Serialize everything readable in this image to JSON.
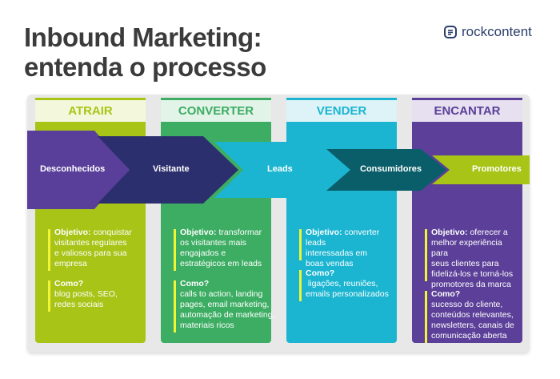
{
  "title_line1": "Inbound Marketing:",
  "title_line2": "entenda o processo",
  "logo_text": "rockcontent",
  "stages": [
    {
      "name": "ATRAIR",
      "color": "#a8c417",
      "objective_label": "Objetivo:",
      "objective_lines": [
        "conquistar",
        "visitantes regulares",
        "e valiosos para sua",
        "empresa"
      ],
      "how_label": "Como?",
      "how_lines": [
        "blog posts, SEO,",
        "redes sociais"
      ]
    },
    {
      "name": "CONVERTER",
      "color": "#3dad63",
      "objective_label": "Objetivo:",
      "objective_lines": [
        "transformar",
        "os visitantes mais",
        "engajados e",
        "estratégicos em leads"
      ],
      "how_label": "Como?",
      "how_lines": [
        "calls to action, landing",
        "pages, email marketing,",
        "automação de marketing,",
        "materiais ricos"
      ]
    },
    {
      "name": "VENDER",
      "color": "#1bb5d1",
      "objective_label": "Objetivo:",
      "objective_lines": [
        "converter leads",
        "interessadas em",
        "boas vendas"
      ],
      "how_label": "Como?",
      "how_lines": [
        " ligações, reuniões,",
        "emails personalizados"
      ]
    },
    {
      "name": "ENCANTAR",
      "color": "#5b3f98",
      "objective_label": "Objetivo:",
      "objective_lines": [
        "oferecer a",
        "melhor experiência para",
        "seus clientes para",
        "fidelizá-los e torná-los",
        "promotores da marca"
      ],
      "how_label": "Como?",
      "how_lines": [
        "sucesso do cliente,",
        "conteúdos relevantes,",
        "newsletters, canais de",
        "comunicação aberta"
      ]
    }
  ],
  "arrows": [
    "Desconhecidos",
    "Visitante",
    "Leads",
    "Consumidores",
    "Promotores"
  ],
  "colors": {
    "arrow_desconhecidos": "#5a3f9a",
    "arrow_visitante": "#2c2f6e",
    "arrow_leads": "#1bb5d1",
    "arrow_consumidores": "#0a5e69",
    "arrow_promotores": "#a8c417",
    "title": "#3b3b3b",
    "board": "#e8e8e8"
  }
}
